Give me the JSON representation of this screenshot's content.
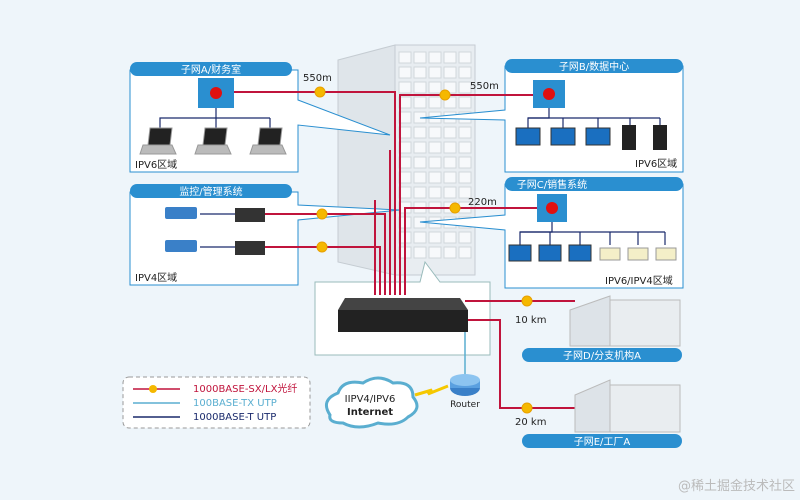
{
  "subnets": {
    "a": {
      "title": "子网A/财务室",
      "zone": "IPV6区域",
      "distance": "550m"
    },
    "b": {
      "title": "子网B/数据中心",
      "zone": "IPV6区域",
      "distance": "550m"
    },
    "monitor": {
      "title": "监控/管理系统",
      "zone": "IPV4区域"
    },
    "c": {
      "title": "子网C/销售系统",
      "zone": "IPV6/IPV4区域",
      "distance": "220m"
    },
    "d": {
      "title": "子网D/分支机构A",
      "distance": "10 km"
    },
    "e": {
      "title": "子网E/工厂A",
      "distance": "20 km"
    }
  },
  "internet": {
    "cloud": "IIPV4/IPV6",
    "cloud2": "Internet",
    "router": "Router"
  },
  "legend": [
    {
      "label": "1000BASE-SX/LX光纤",
      "color": "#c0143c"
    },
    {
      "label": "100BASE-TX UTP",
      "color": "#5aaed0"
    },
    {
      "label": "1000BASE-T UTP",
      "color": "#1a2a6c"
    }
  ],
  "watermark": "@稀土掘金技术社区",
  "colors": {
    "accent": "#2a8fd0",
    "fiber": "#c0143c",
    "marker": "#f5b800"
  }
}
